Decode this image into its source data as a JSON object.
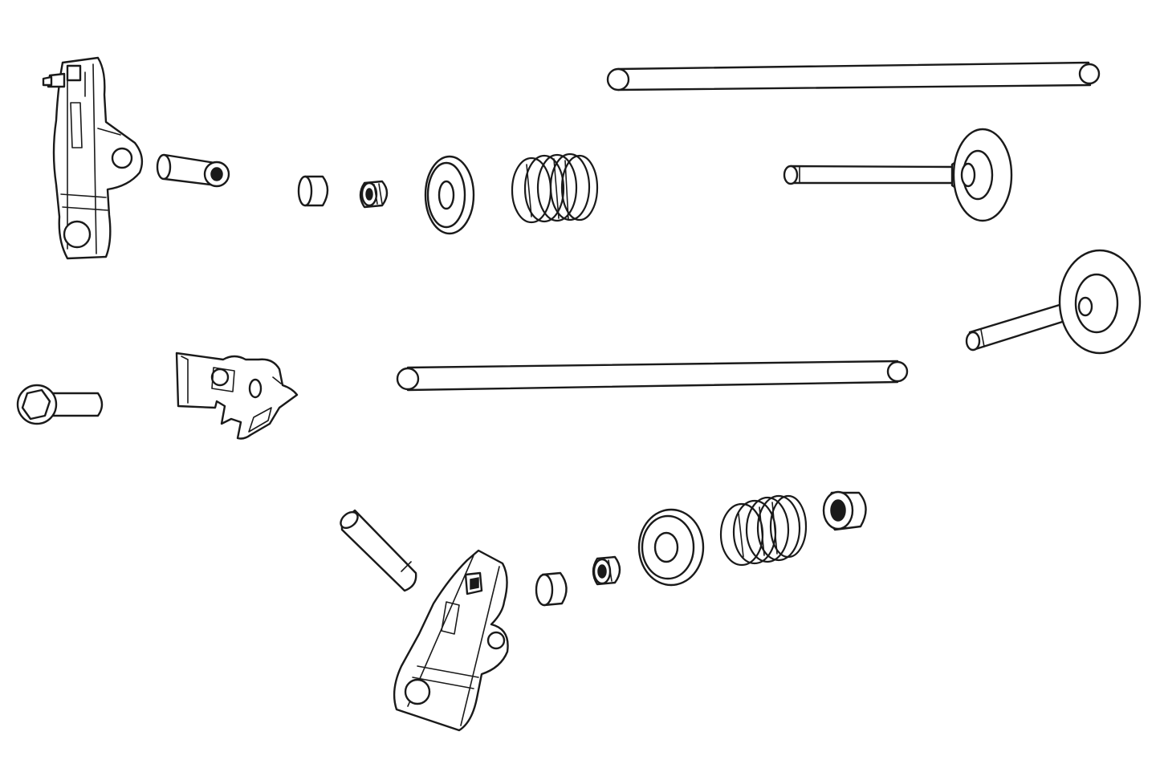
{
  "diagram": {
    "kind": "exploded-parts-illustration",
    "line_color": "#1a1a1a",
    "background": "#ffffff",
    "parts": [
      {
        "name": "rocker-arm",
        "count": 2
      },
      {
        "name": "rocker-pivot-pin",
        "count": 2
      },
      {
        "name": "pushrod",
        "count": 2
      },
      {
        "name": "valve",
        "count": 2
      },
      {
        "name": "valve-spring",
        "count": 2
      },
      {
        "name": "spring-retainer",
        "count": 2
      },
      {
        "name": "valve-keeper",
        "count": 2
      },
      {
        "name": "valve-cap",
        "count": 2
      },
      {
        "name": "valve-stem-seal",
        "count": 1
      },
      {
        "name": "flange-bolt",
        "count": 1
      },
      {
        "name": "pushrod-guide-plate",
        "count": 1
      }
    ]
  }
}
